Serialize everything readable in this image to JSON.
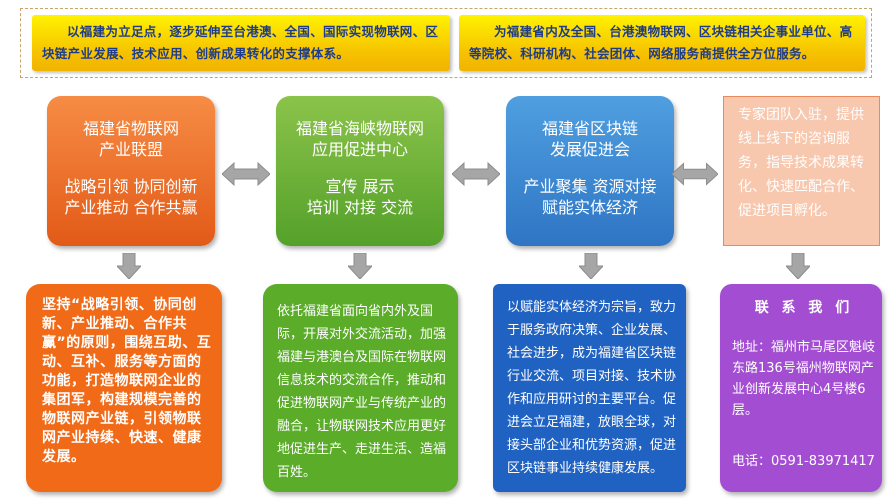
{
  "banners": {
    "left": "以福建为立足点，逐步延伸至台港澳、全国、国际实现物联网、区块链产业发展、技术应用、创新成果转化的支撑体系。",
    "right": "为福建省内及全国、台港澳物联网、区块链相关企事业单位、高等院校、科研机构、社会团体、网络服务商提供全方位服务。"
  },
  "top_boxes": [
    {
      "line1": "福建省物联网",
      "line2": "产业联盟",
      "line3": "战略引领 协同创新",
      "line4": "产业推动 合作共赢"
    },
    {
      "line1": "福建省海峡物联网",
      "line2": "应用促进中心",
      "line3": "宣传  展示",
      "line4": "培训  对接  交流"
    },
    {
      "line1": "福建省区块链",
      "line2": "发展促进会",
      "line3": "产业聚集 资源对接",
      "line4": "赋能实体经济"
    }
  ],
  "expert_text": "专家团队入驻，提供线上线下的咨询服务，指导技术成果转化、快速匹配合作、促进项目孵化。",
  "bottom_boxes": [
    {
      "text": "坚持“战略引领、协同创新、产业推动、合作共赢”的原则，围绕互助、互动、互补、服务等方面的功能，打造物联网企业的集团军，构建规模完善的物联网产业链，引领物联网产业持续、快速、健康发展。"
    },
    {
      "text": "依托福建省面向省内外及国际，开展对外交流活动，加强福建与港澳台及国际在物联网信息技术的交流合作，推动和促进物联网产业与传统产业的融合，让物联网技术应用更好地促进生产、走进生活、造福百姓。"
    },
    {
      "text": "以赋能实体经济为宗旨，致力于服务政府决策、企业发展、社会进步，成为福建省区块链行业交流、项目对接、技术协作和应用研讨的主要平台。促进会立足福建，放眼全球，对接头部企业和优势资源，促进区块链事业持续健康发展。"
    }
  ],
  "contact": {
    "title": "联 系 我 们",
    "address": "地址：福州市马尾区魁岐东路136号福州物联网产业创新发展中心4号楼6层。",
    "phone": "电话：0591-83971417"
  },
  "colors": {
    "banner": "#f6c000",
    "orange": "#e25a17",
    "green": "#54a12a",
    "blue": "#2f75c4",
    "purple": "#a34dd3",
    "peach": "#f7c7ae",
    "arrow": "#9e9e9e"
  }
}
